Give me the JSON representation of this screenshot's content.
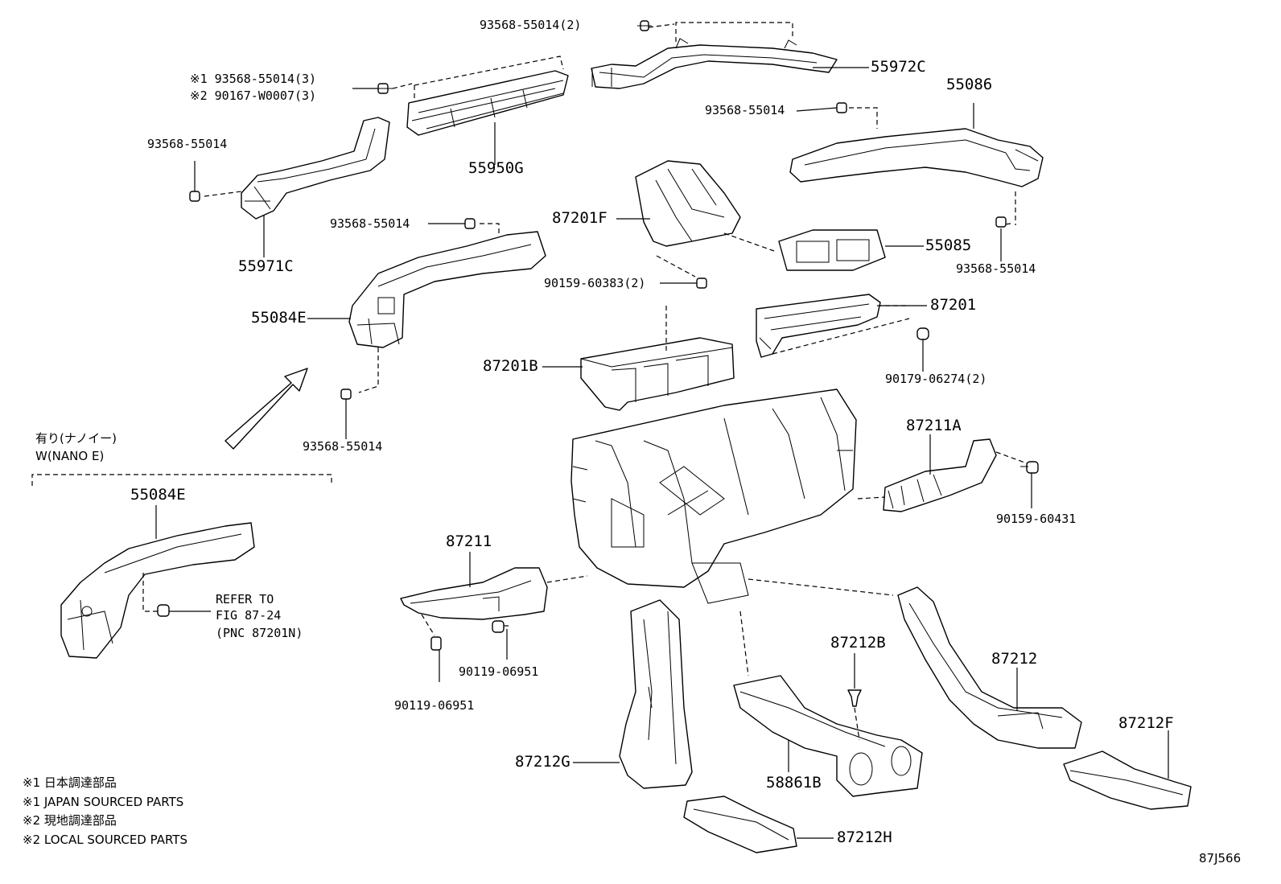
{
  "labels": {
    "p93568_55014_2": "93568-55014(2)",
    "p55972C": "55972C",
    "p55086": "55086",
    "p93568_a": "93568-55014",
    "note1_code": "※1 93568-55014(3)",
    "note2_code": "※2 90167-W0007(3)",
    "p55950G": "55950G",
    "p93568_b": "93568-55014",
    "p55971C": "55971C",
    "p93568_c": "93568-55014",
    "p87201F": "87201F",
    "p55085": "55085",
    "p93568_d": "93568-55014",
    "p90159_60383": "90159-60383(2)",
    "p55084E_top": "55084E",
    "p87201": "87201",
    "p87201B": "87201B",
    "p90179_06274": "90179-06274(2)",
    "p93568_e": "93568-55014",
    "variant_jp": "有り(ナノイー)",
    "variant_en": "W(NANO E)",
    "p55084E_bottom": "55084E",
    "p87211A": "87211A",
    "p90159_60431": "90159-60431",
    "refer_1": "REFER TO",
    "refer_2": "FIG 87-24",
    "refer_3": "(PNC 87201N)",
    "p87211": "87211",
    "p90119_06951_a": "90119-06951",
    "p90119_06951_b": "90119-06951",
    "p87212B": "87212B",
    "p87212": "87212",
    "p87212F": "87212F",
    "p87212G": "87212G",
    "p58861B": "58861B",
    "p87212H": "87212H",
    "footnote1_jp": "※1 日本調達部品",
    "footnote1_en": "※1 JAPAN SOURCED PARTS",
    "footnote2_jp": "※2 現地調達部品",
    "footnote2_en": "※2 LOCAL SOURCED PARTS",
    "figure_id": "87J566"
  }
}
